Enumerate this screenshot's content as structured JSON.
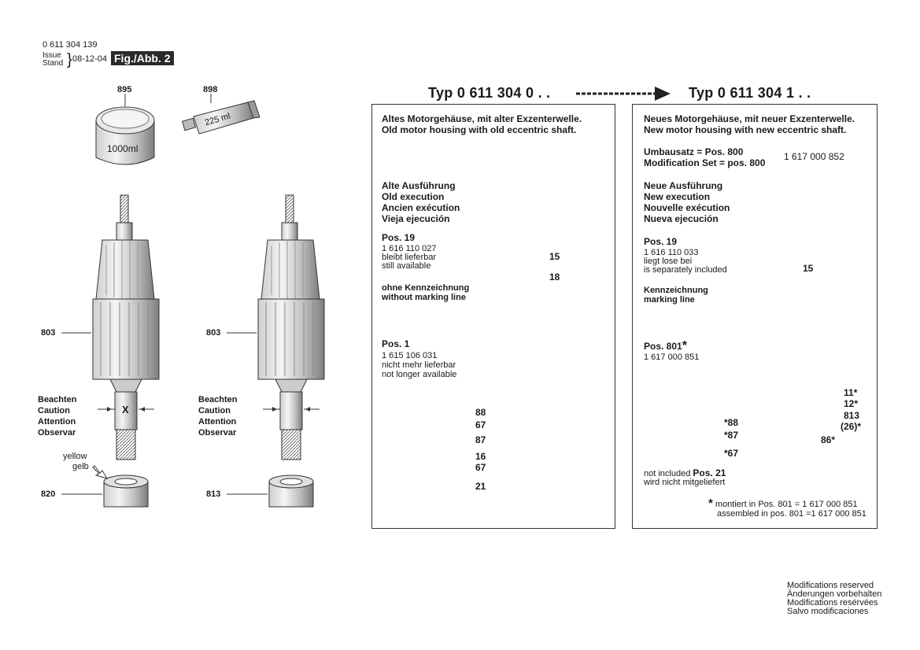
{
  "header": {
    "part_no": "0 611 304 139",
    "issue": "Issue",
    "stand": "Stand",
    "date": "08-12-04",
    "fig": "Fig./Abb. 2"
  },
  "items": {
    "p895": "895",
    "p898": "898",
    "jar_label": "1000ml",
    "tube_label": "225 ml",
    "p803_left": "803",
    "p803_right": "803",
    "p820": "820",
    "p813": "813",
    "x_mark": "X",
    "yellow": "yellow",
    "gelb": "gelb"
  },
  "caution_left": [
    "Beachten",
    "Caution",
    "Attention",
    "Observar"
  ],
  "caution_right": [
    "Beachten",
    "Caution",
    "Attention",
    "Observar"
  ],
  "typ_old": "Typ 0 611 304 0 . .",
  "typ_new": "Typ 0 611 304 1 . .",
  "old_panel": {
    "title": [
      "Altes Motorgehäuse, mit alter Exzenterwelle.",
      "Old motor housing with old eccentric shaft."
    ],
    "execution": [
      "Alte Ausführung",
      "Old execution",
      "Ancien exécution",
      "Vieja ejecución"
    ],
    "pos19_title": "Pos. 19",
    "pos19_lines": [
      "1 616 110 027",
      "bleibt lieferbar",
      "still available"
    ],
    "marking": [
      "ohne Kennzeichnung",
      "without marking line"
    ],
    "pos1_title": "Pos. 1",
    "pos1_lines": [
      "1 615 106 031",
      "nicht mehr lieferbar",
      "not longer available"
    ],
    "labels": {
      "n15": "15",
      "n18": "18",
      "n88": "88",
      "n67a": "67",
      "n87": "87",
      "n16": "16",
      "n67b": "67",
      "n21": "21"
    }
  },
  "new_panel": {
    "title": [
      "Neues Motorgehäuse, mit neuer Exzenterwelle.",
      "New motor housing with new eccentric shaft."
    ],
    "umbausatz": [
      "Umbausatz = Pos. 800",
      "Modification Set = pos. 800"
    ],
    "umbausatz_no": "1 617 000 852",
    "execution": [
      "Neue Ausführung",
      "New execution",
      "Nouvelle exécution",
      "Nueva ejecución"
    ],
    "pos19_title": "Pos. 19",
    "pos19_lines": [
      "1 616 110 033",
      "liegt lose bei",
      "is separately included"
    ],
    "marking": [
      "Kennzeichnung",
      "marking line"
    ],
    "pos801_title": "Pos. 801",
    "pos801_no": "1 617 000 851",
    "labels": {
      "n15": "15",
      "n11": "11",
      "n12": "12",
      "n813": "813",
      "n26": "(26)",
      "n86": "86",
      "n88": "88",
      "n87": "87",
      "n67": "67"
    },
    "not_included": "not included",
    "pos21": "Pos. 21",
    "wird_nicht": "wird nicht mitgeliefert",
    "footnote": [
      "montiert in Pos. 801    = 1 617 000 851",
      "assembled in pos. 801 =1 617 000 851"
    ],
    "star": "*"
  },
  "footer": [
    "Modifications reserved",
    "Änderungen vorbehalten",
    "Modifications resérvées",
    "Salvo modificaciones"
  ]
}
